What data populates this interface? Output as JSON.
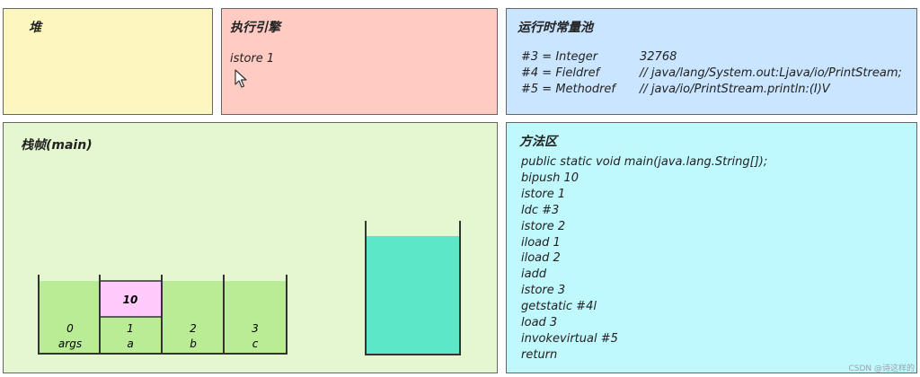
{
  "heap": {
    "title": "堆"
  },
  "execution_engine": {
    "title": "执行引擎",
    "current_instruction": "istore 1"
  },
  "constant_pool": {
    "title": "运行时常量池",
    "entries": [
      {
        "key": "#3 = Integer",
        "value": "32768"
      },
      {
        "key": "#4 = Fieldref",
        "value": "// java/lang/System.out:Ljava/io/PrintStream;"
      },
      {
        "key": "#5 = Methodref",
        "value": "// java/io/PrintStream.println:(I)V"
      }
    ]
  },
  "stack_frame": {
    "title": "栈帧(main)",
    "local_variables": [
      {
        "index": "0",
        "name": "args",
        "value": ""
      },
      {
        "index": "1",
        "name": "a",
        "value": "10"
      },
      {
        "index": "2",
        "name": "b",
        "value": ""
      },
      {
        "index": "3",
        "name": "c",
        "value": ""
      }
    ],
    "operand_stack": {
      "values": []
    }
  },
  "method_area": {
    "title": "方法区",
    "lines": [
      "public static void main(java.lang.String[]);",
      "bipush 10",
      "istore 1",
      "ldc #3",
      "istore 2",
      "iload 1",
      "iload 2",
      "iadd",
      "istore 3",
      "getstatic #4l",
      "load 3",
      "invokevirtual #5",
      "return"
    ]
  },
  "colors": {
    "heap_bg": "#fdf6bf",
    "exec_bg": "#ffcbc2",
    "pool_bg": "#c9e5ff",
    "frame_bg": "#e4f7d1",
    "method_bg": "#bff8fd",
    "slot_fill": "#b9ec94",
    "slot_value_fill": "#fecbfb",
    "operand_fill": "#5be8c8"
  },
  "watermark": "CSDN @诗这样的"
}
